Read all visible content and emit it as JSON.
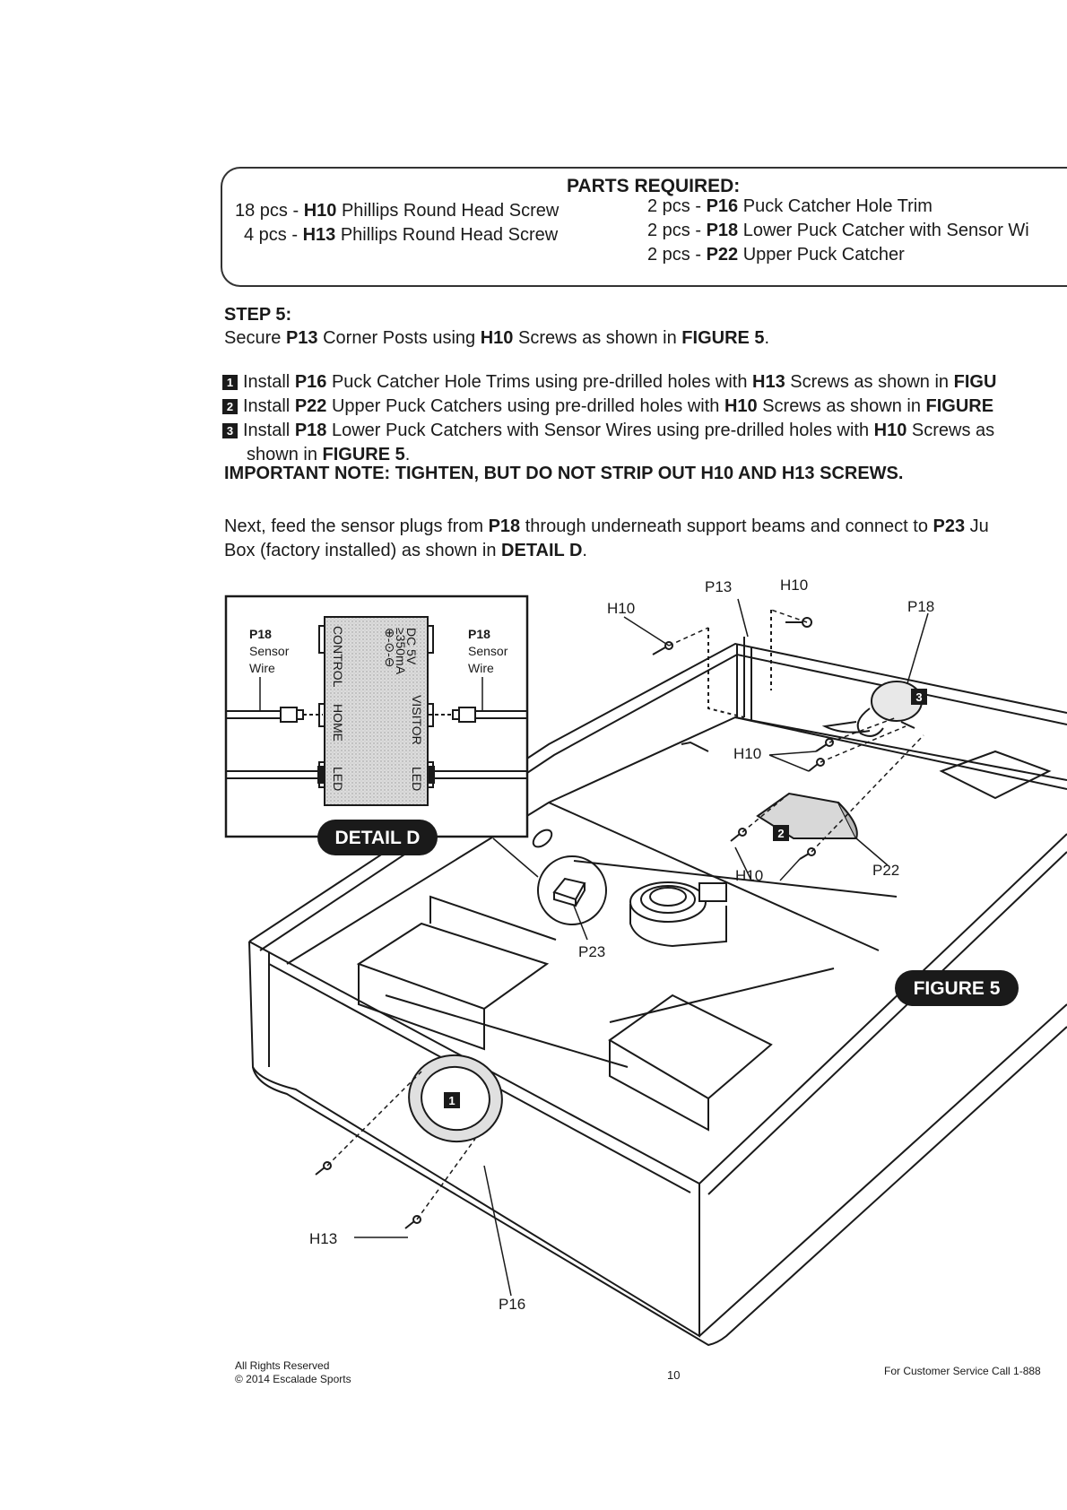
{
  "parts": {
    "title": "PARTS REQUIRED:",
    "left": [
      {
        "qty": "18 pcs - ",
        "part": "H10",
        "desc": " Phillips Round Head Screw"
      },
      {
        "qty": "4 pcs - ",
        "part": "H13",
        "desc": " Phillips Round Head Screw"
      }
    ],
    "right": [
      {
        "qty": "2 pcs - ",
        "part": "P16",
        "desc": " Puck Catcher Hole Trim"
      },
      {
        "qty": "2 pcs - ",
        "part": "P18",
        "desc": " Lower Puck Catcher with Sensor Wi"
      },
      {
        "qty": "2 pcs - ",
        "part": "P22",
        "desc": " Upper Puck Catcher"
      }
    ]
  },
  "step": {
    "title": "STEP 5:",
    "intro": {
      "a": "Secure ",
      "b": "P13",
      "c": " Corner Posts using ",
      "d": "H10",
      "e": " Screws as shown in ",
      "f": "FIGURE 5",
      "g": "."
    },
    "items": [
      {
        "num": "1",
        "a": "Install ",
        "b": "P16",
        "c": " Puck Catcher Hole Trims using pre-drilled holes with ",
        "d": "H13",
        "e": " Screws as shown in ",
        "f": "FIGU"
      },
      {
        "num": "2",
        "a": "Install ",
        "b": "P22",
        "c": " Upper Puck Catchers using pre-drilled holes with ",
        "d": "H10",
        "e": " Screws as shown in ",
        "f": "FIGURE"
      },
      {
        "num": "3",
        "a": "Install ",
        "b": "P18",
        "c": " Lower Puck Catchers with Sensor Wires using pre-drilled holes with ",
        "d": "H10",
        "e": " Screws as"
      }
    ],
    "item3_cont": {
      "a": "shown in ",
      "b": "FIGURE 5",
      "c": "."
    },
    "important": "IMPORTANT NOTE:  TIGHTEN, BUT DO NOT STRIP OUT H10 AND H13 SCREWS.",
    "next": {
      "a": "Next, feed the sensor plugs from ",
      "b": "P18",
      "c": " through underneath support beams and connect to ",
      "d": "P23",
      "e": " Ju"
    },
    "next2": {
      "a": "Box (factory installed) as shown in ",
      "b": "DETAIL D",
      "c": "."
    }
  },
  "detail": {
    "label": "DETAIL D",
    "left_part": "P18",
    "left_l1": "Sensor",
    "left_l2": "Wire",
    "right_part": "P18",
    "right_l1": "Sensor",
    "right_l2": "Wire",
    "box_control": "CONTROL",
    "box_dc": "DC 5V",
    "box_ma": "≥350mA",
    "box_pol": "⊕-⊙-⊖",
    "box_home": "HOME",
    "box_visitor": "VISITOR",
    "box_led_left": "LED",
    "box_led_right": "LED"
  },
  "figure": {
    "label": "FIGURE 5",
    "callouts": {
      "h10_a": "H10",
      "p13": "P13",
      "h10_b": "H10",
      "p18": "P18",
      "h10_c": "H10",
      "h10_d": "H10",
      "p22": "P22",
      "p23": "P23",
      "h13": "H13",
      "p16": "P16"
    },
    "markers": {
      "m1": "1",
      "m2": "2",
      "m3": "3"
    }
  },
  "footer": {
    "rights": "All Rights Reserved",
    "copyright": "© 2014 Escalade Sports",
    "page": "10",
    "service": "For Customer Service Call   1-888"
  }
}
